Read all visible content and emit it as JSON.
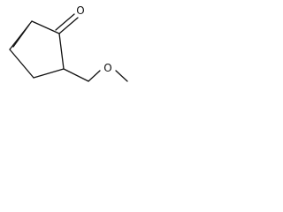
{
  "molecule": {
    "atoms": [
      {
        "id": "o_carbonyl",
        "symbol": "O"
      },
      {
        "id": "o_ether",
        "symbol": "O"
      }
    ],
    "colors": {
      "bond": "#111111",
      "label": "#111111",
      "background": "#ffffff"
    }
  }
}
